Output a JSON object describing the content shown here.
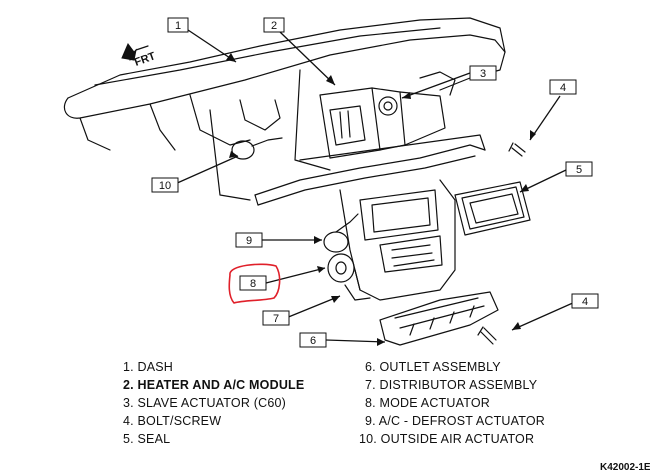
{
  "diagram": {
    "front_marker": "FRT",
    "figure_id": "K42002-1E",
    "highlight_color": "#e0202a",
    "callouts": [
      {
        "id": "c1",
        "label": "1"
      },
      {
        "id": "c2",
        "label": "2"
      },
      {
        "id": "c3",
        "label": "3"
      },
      {
        "id": "c4a",
        "label": "4"
      },
      {
        "id": "c5",
        "label": "5"
      },
      {
        "id": "c10",
        "label": "10"
      },
      {
        "id": "c9",
        "label": "9"
      },
      {
        "id": "c8",
        "label": "8"
      },
      {
        "id": "c7",
        "label": "7"
      },
      {
        "id": "c6",
        "label": "6"
      },
      {
        "id": "c4b",
        "label": "4"
      }
    ],
    "legend": [
      {
        "text": "1. DASH",
        "bold": false
      },
      {
        "text": "2. HEATER AND A/C MODULE",
        "bold": true
      },
      {
        "text": "3. SLAVE ACTUATOR (C60)",
        "bold": false
      },
      {
        "text": "4. BOLT/SCREW",
        "bold": false
      },
      {
        "text": "5. SEAL",
        "bold": false
      },
      {
        "text": "6. OUTLET ASSEMBLY",
        "bold": false
      },
      {
        "text": "7. DISTRIBUTOR ASSEMBLY",
        "bold": false
      },
      {
        "text": "8. MODE ACTUATOR",
        "bold": false
      },
      {
        "text": "9. A/C - DEFROST ACTUATOR",
        "bold": false
      },
      {
        "text": "10. OUTSIDE AIR ACTUATOR",
        "bold": false
      }
    ]
  }
}
